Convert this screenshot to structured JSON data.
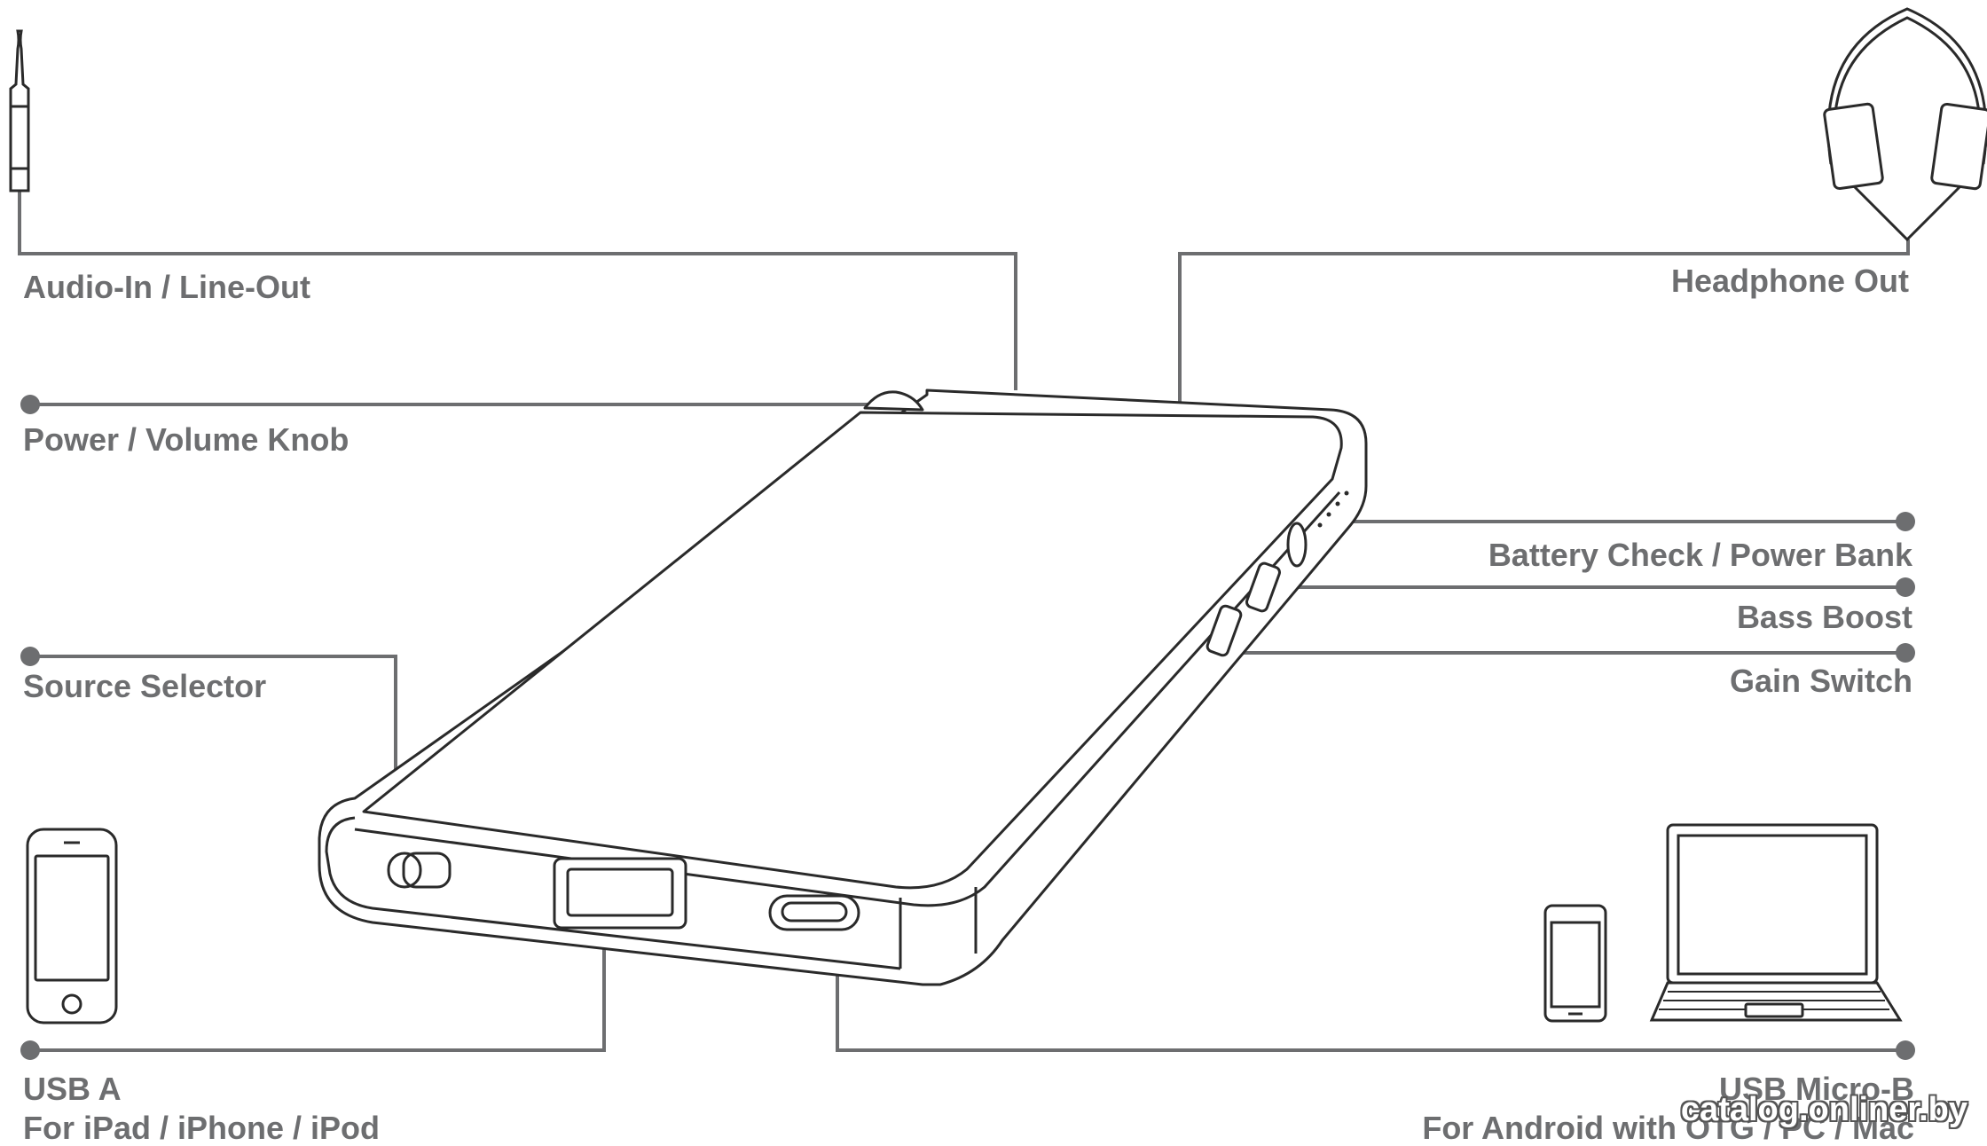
{
  "labels": {
    "audio_in": "Audio-In / Line-Out",
    "headphone_out": "Headphone Out",
    "power_knob": "Power / Volume Knob",
    "battery_check": "Battery Check / Power Bank",
    "bass_boost": "Bass Boost",
    "gain_switch": "Gain Switch",
    "source_selector": "Source Selector",
    "usb_a": "USB A",
    "usb_a_sub": "For iPad / iPhone / iPod",
    "usb_micro_b": "USB Micro-B",
    "usb_micro_b_sub": "For Android with OTG / PC / Mac"
  },
  "watermark": "catalog.onliner.by",
  "colors": {
    "line": "#6d6e70",
    "text": "#6d6e70",
    "drawing": "#2a2a2a"
  },
  "icons": [
    "audio-jack-icon",
    "headphones-icon",
    "iphone-icon",
    "android-phone-icon",
    "laptop-icon"
  ]
}
